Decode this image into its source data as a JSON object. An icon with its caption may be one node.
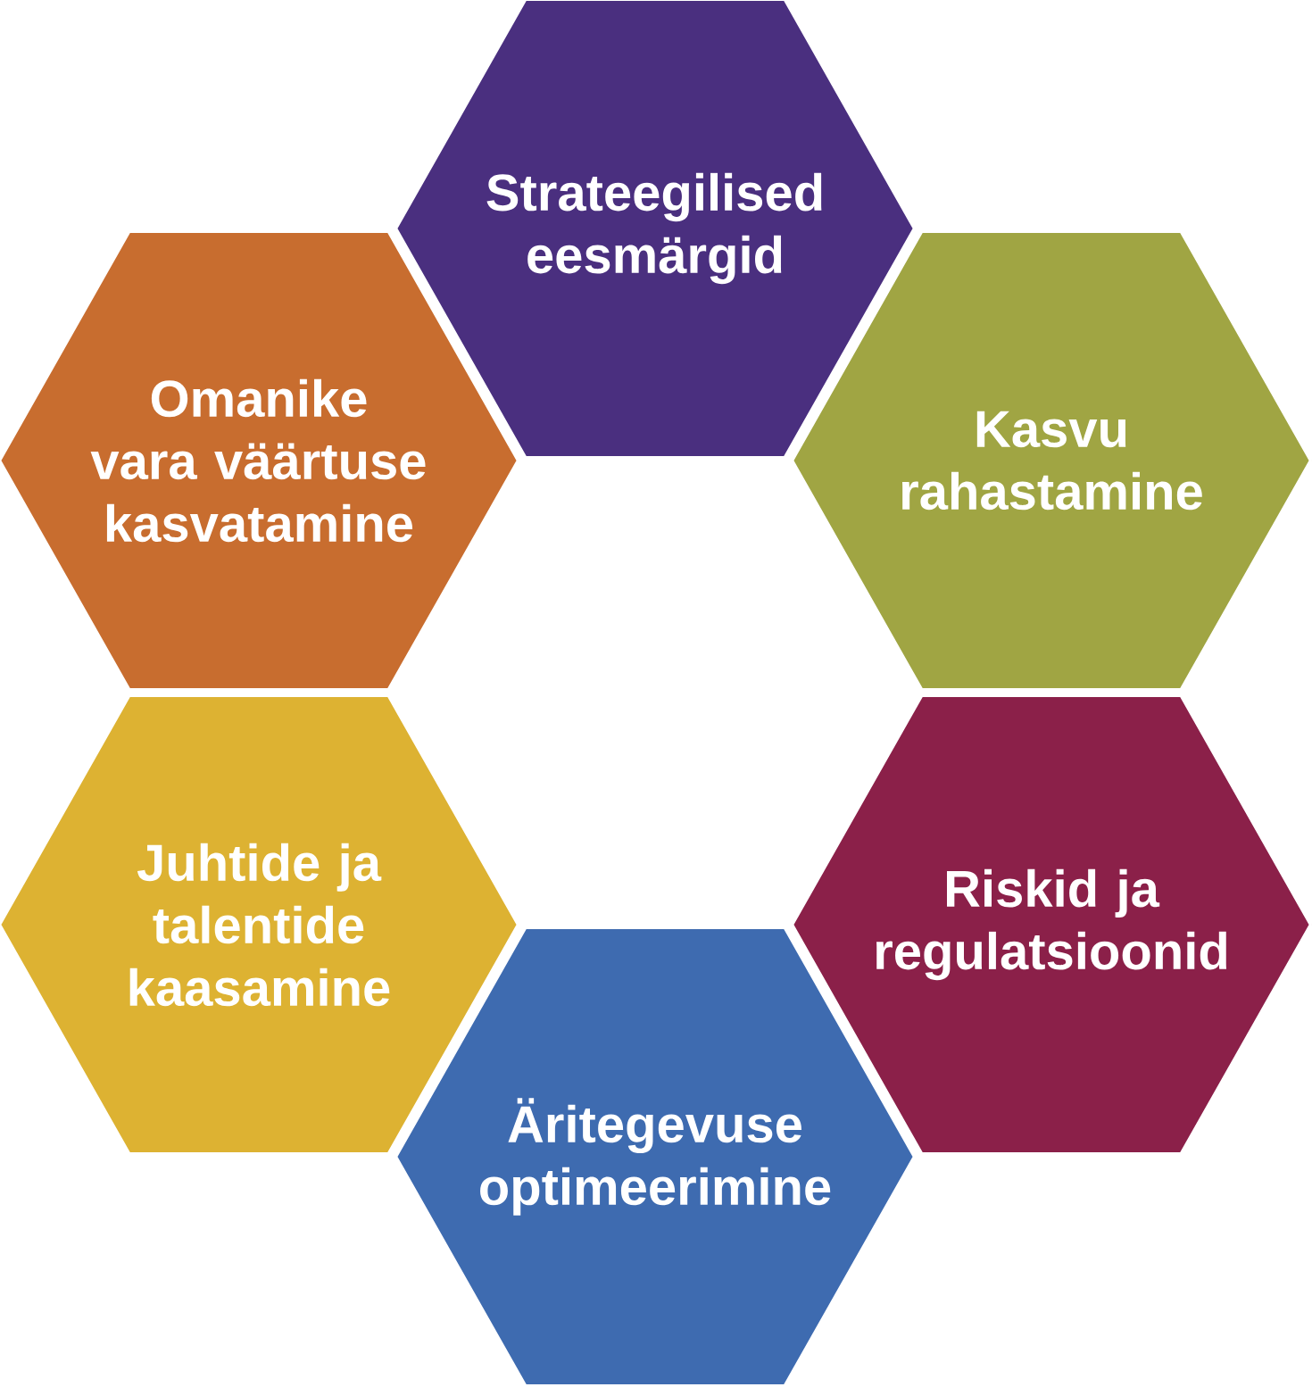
{
  "diagram": {
    "nodes": [
      {
        "text": [
          "Strateegilised eesmärgid"
        ]
      },
      {
        "text": [
          "Omanike vara väärtuse kasvatamine"
        ]
      },
      {
        "text": [
          "Kasvu rahastamine"
        ]
      },
      {
        "text": [
          "Juhtide ja talentide kaasamine"
        ]
      },
      {
        "text": [
          "Riskid ja regulatsioonid"
        ]
      },
      {
        "text": [
          "Äritegevuse optimeerimine"
        ]
      }
    ]
  }
}
